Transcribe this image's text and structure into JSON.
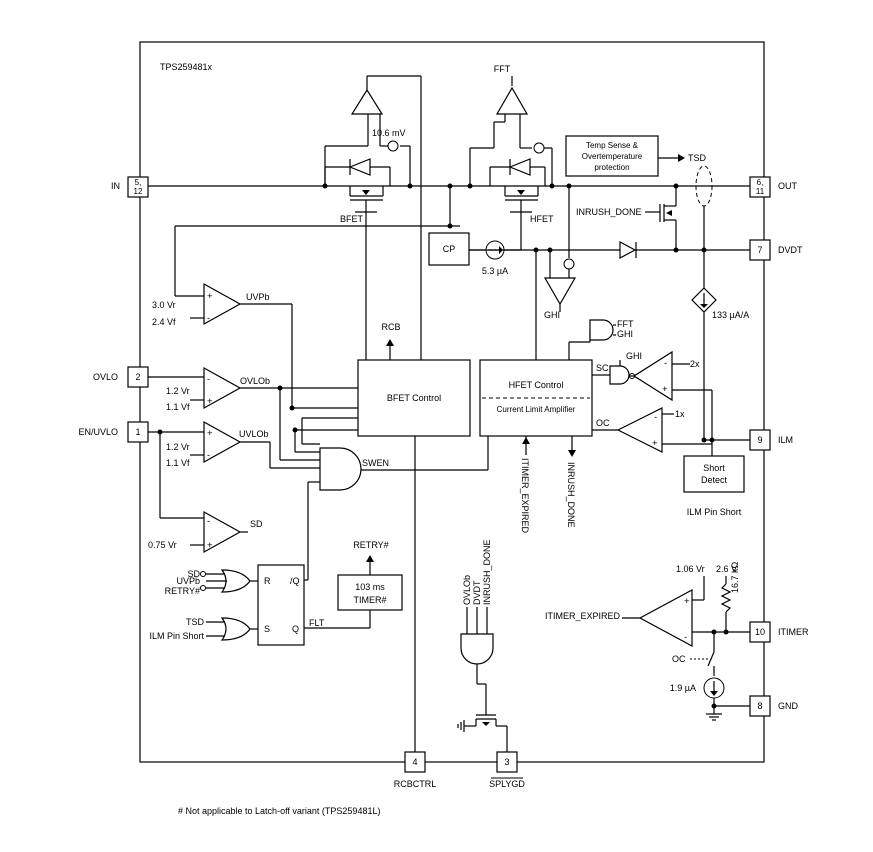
{
  "chip": {
    "part_name": "TPS259481x",
    "footnote": "# Not applicable to Latch-off variant (TPS259481L)"
  },
  "pins": {
    "in": {
      "name": "IN",
      "num": "5,",
      "num2": "12"
    },
    "out": {
      "name": "OUT",
      "num": "6,",
      "num2": "11"
    },
    "dvdt": {
      "name": "DVDT",
      "num": "7"
    },
    "ovlo": {
      "name": "OVLO",
      "num": "2"
    },
    "en_uvlo": {
      "name": "EN/UVLO",
      "num": "1"
    },
    "ilm": {
      "name": "ILM",
      "num": "9"
    },
    "itimer": {
      "name": "ITIMER",
      "num": "10"
    },
    "gnd": {
      "name": "GND",
      "num": "8"
    },
    "rcbctrl": {
      "name": "RCBCTRL",
      "num": "4"
    },
    "splygd": {
      "name": "SPLYGD",
      "num": "3"
    }
  },
  "blocks": {
    "bfet_control": "BFET Control",
    "hfet_control": "HFET Control",
    "current_limit": "Current Limit Amplifier",
    "cp": "CP",
    "tsd_l1": "Temp Sense &",
    "tsd_l2": "Overtemperature",
    "tsd_l3": "protection",
    "timer_l1": "103 ms",
    "timer_l2": "TIMER#",
    "short_l1": "Short",
    "short_l2": "Detect"
  },
  "labels": {
    "bfet": "BFET",
    "hfet": "HFET",
    "fft": "FFT",
    "mv": "10.6 mV",
    "i53": "5.3 µA",
    "i133": "133 µA/A",
    "i19": "1.9 µA",
    "tsd": "TSD",
    "inrush_done": "INRUSH_DONE",
    "ghi": "GHI",
    "rcb": "RCB",
    "uvpb": "UVPb",
    "ovlob": "OVLOb",
    "uvlob": "UVLOb",
    "sd": "SD",
    "swen": "SWEN",
    "v30": "3.0 Vr",
    "v24": "2.4 Vf",
    "v12a": "1.2 Vr",
    "v11a": "1.1 Vf",
    "v12b": "1.2 Vr",
    "v11b": "1.1 Vf",
    "v075": "0.75 Vr",
    "sc": "SC",
    "oc": "OC",
    "x2": "2x",
    "x1": "1x",
    "fft2": "FFT",
    "ghi2": "GHI",
    "itimer_expired_v": "ITIMER_EXPIRED",
    "inrush_done_v": "INRUSH_DONE",
    "ilm_pin_short": "ILM Pin Short",
    "retry": "RETRY#",
    "sr_r": "R",
    "sr_s": "S",
    "sr_qb": "/Q",
    "sr_q": "Q",
    "flt": "FLT",
    "or1_sd": "SD",
    "or1_uvpb": "UVPb",
    "or1_retry": "RETRY#",
    "or2_tsd": "TSD",
    "or2_ilm": "ILM Pin Short",
    "and_ovlob": "OVLOb",
    "and_dvdt": "DVDT",
    "and_inrush": "INRUSH_DONE",
    "v106": "1.06 Vr",
    "v26": "2.6 V",
    "r167": "16.7 kΩ",
    "itimer_expired": "ITIMER_EXPIRED",
    "oc2": "OC"
  }
}
